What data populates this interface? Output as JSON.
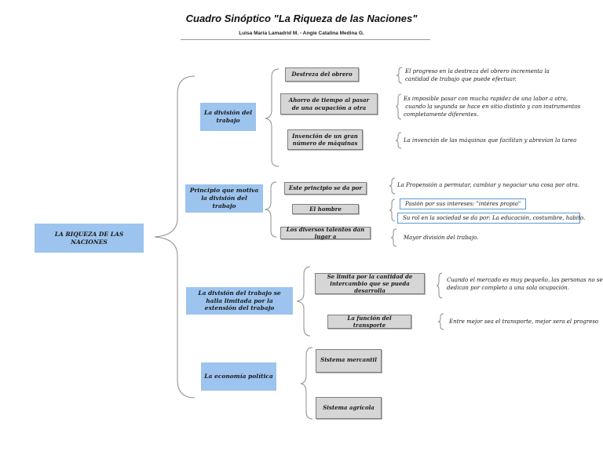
{
  "title": "Cuadro Sinóptico \"La Riqueza de las Naciones\"",
  "authors": "Luisa María Lamadrid M. - Angie Catalina Medina G.",
  "root": "LA RIQUEZA DE LAS NACIONES",
  "branches": [
    {
      "label": "La división del trabajo",
      "items": [
        {
          "label": "Destreza del obrero",
          "note": [
            "El progreso en la destreza del obrero incrementa la",
            "cantidad de trabajo que puede efectuar."
          ]
        },
        {
          "label": "Ahorro de tiempo al pasar de una ocupación a otra",
          "note": [
            "Es imposible pasar con mucha rapidez de una labor a otra,",
            " cuando la segunda se hace en sitio distinto y con instrumentos",
            "completamente diferentes."
          ]
        },
        {
          "label": "Invención de un gran número de máquinas",
          "note": [
            "La invención de las máquinas que facilitan y abrevian la tarea"
          ]
        }
      ]
    },
    {
      "label": "Principio que motiva la división del trabajo",
      "items": [
        {
          "label": "Este principio se da por",
          "note": [
            "La Propensión a permutar, cambiar y negociar una cosa por otra."
          ]
        },
        {
          "label": "El hombre",
          "note": [
            "Pasión por sus intereses: \"intéres propio\"",
            "Su rol en la sociedad se da por: La educación, costumbre, habito."
          ]
        },
        {
          "label": "Los diversos talentos dan lugar a",
          "note": [
            "Mayor división del trabajo."
          ]
        }
      ]
    },
    {
      "label": "La división del trabajo se halla limitada por la extensión del trabajo",
      "items": [
        {
          "label": "Se limita por la cantidad de intercambio que se pueda desarrolla",
          "note": [
            "Cuando el mercado es muy pequeño, las personas no se",
            "dedican por completo a una sola ocupación."
          ]
        },
        {
          "label": "La función del transporte",
          "note": [
            "Entre mejor sea el transporte, mejor sera el progreso"
          ]
        }
      ]
    },
    {
      "label": "La economía política",
      "items": [
        {
          "label": "Sistema mercantil"
        },
        {
          "label": "Sistema agrícola"
        }
      ]
    }
  ],
  "colors": {
    "level1": "#9cc4ee",
    "level2": "#d6d6d6",
    "brace": "#8c8c8c",
    "boxed_note_border": "#5b9bd5"
  }
}
